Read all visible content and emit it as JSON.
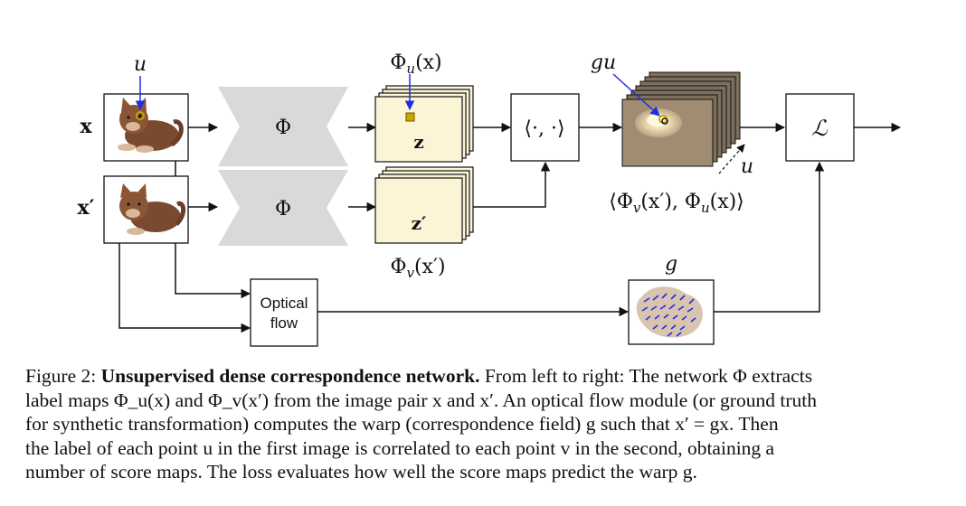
{
  "inputs": {
    "x_label": "x",
    "xprime_label": "x′",
    "u_label": "u"
  },
  "encoders": {
    "top_label": "Φ",
    "bottom_label": "Φ"
  },
  "feature_maps": {
    "top_title": "Φ",
    "top_title_sub": "u",
    "top_title_arg": "(x)",
    "top_inner": "z",
    "bottom_inner": "z′",
    "bottom_title": "Φ",
    "bottom_title_sub": "v",
    "bottom_title_arg": "(x′)"
  },
  "inner_product": {
    "label": "⟨·, ·⟩"
  },
  "score_maps": {
    "gu_label": "gu",
    "u_label": "u",
    "expr_open": "⟨Φ",
    "expr_sub1": "v",
    "expr_mid": "(x′), Φ",
    "expr_sub2": "u",
    "expr_close": "(x)⟩"
  },
  "loss": {
    "label": "ℒ"
  },
  "optical_flow": {
    "line1": "Optical",
    "line2": "flow"
  },
  "warp": {
    "label": "g"
  },
  "caption": {
    "prefix": "Figure 2: ",
    "title": "Unsupervised dense correspondence network.",
    "line1_rest": " From left to right: The network Φ extracts",
    "line2": "label maps Φ_u(x) and Φ_v(x′) from the image pair x and x′. An optical flow module (or ground truth",
    "line3": "for synthetic transformation) computes the warp (correspondence field) g such that x′ = gx. Then",
    "line4": "the label of each point u in the first image is correlated to each point v in the second, obtaining a",
    "line5": "number of score maps. The loss evaluates how well the score maps predict the warp g."
  },
  "colors": {
    "feature_fill": "#fbf5d6",
    "encoder_fill": "#d9d9db",
    "score_dark": "#7f6f5d",
    "score_bg": "#a08c72",
    "cat_body": "#7a4a30",
    "flow_arrows": "#1e2fe0",
    "point_marker": "#c8a600"
  }
}
